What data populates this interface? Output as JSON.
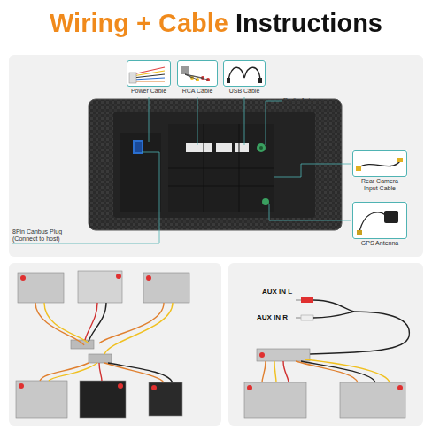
{
  "diagram": {
    "title": "Wiring + Cable Instructions",
    "nodes": [
      {
        "text": [
          "Power Cable"
        ]
      },
      {
        "text": [
          "RCA Cable"
        ]
      },
      {
        "text": [
          "USB Cable"
        ]
      },
      {
        "text": [
          "Rear Camera Input Cable"
        ]
      },
      {
        "text": [
          "GPS Antenna"
        ]
      }
    ],
    "labels": [
      "Radio Antenna",
      "8Pin Canbus Plug (Connect to host)",
      "AUX IN L",
      "AUX IN R"
    ]
  }
}
